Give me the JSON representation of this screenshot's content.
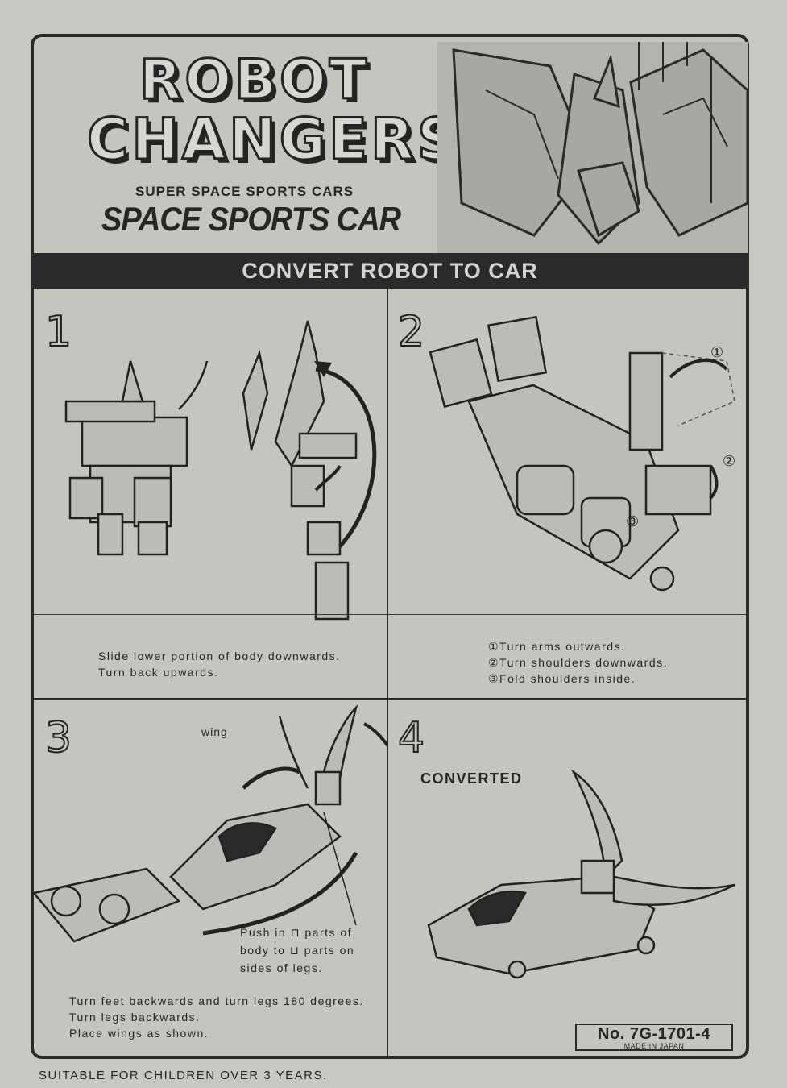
{
  "header": {
    "logo_line1": "ROBOT",
    "logo_line2": "CHANGERS",
    "subtitle": "SUPER SPACE SPORTS CARS",
    "product": "SPACE SPORTS CAR"
  },
  "banner": "CONVERT ROBOT TO CAR",
  "steps": [
    {
      "number": "1",
      "lines": [
        "Slide lower portion of body downwards.",
        "Turn back upwards."
      ]
    },
    {
      "number": "2",
      "lines": [
        "①Turn arms outwards.",
        "②Turn shoulders downwards.",
        "③Fold shoulders inside."
      ]
    },
    {
      "number": "3",
      "wing_label": "wing",
      "push_lines": [
        "Push in ⊓ parts of",
        "body to ⊔ parts on",
        "sides of legs."
      ],
      "lines": [
        "Turn feet backwards and turn legs 180 degrees.",
        "Turn legs backwards.",
        "Place wings as shown."
      ]
    },
    {
      "number": "4",
      "label": "CONVERTED"
    }
  ],
  "step2_markers": [
    "①",
    "②",
    "③"
  ],
  "model": {
    "number": "No. 7G-1701-4",
    "made_in": "MADE IN JAPAN"
  },
  "footer": "SUITABLE FOR CHILDREN OVER 3 YEARS.",
  "colors": {
    "paper": "#c9c7c2",
    "ink": "#262626",
    "banner": "#2b2b2b"
  }
}
